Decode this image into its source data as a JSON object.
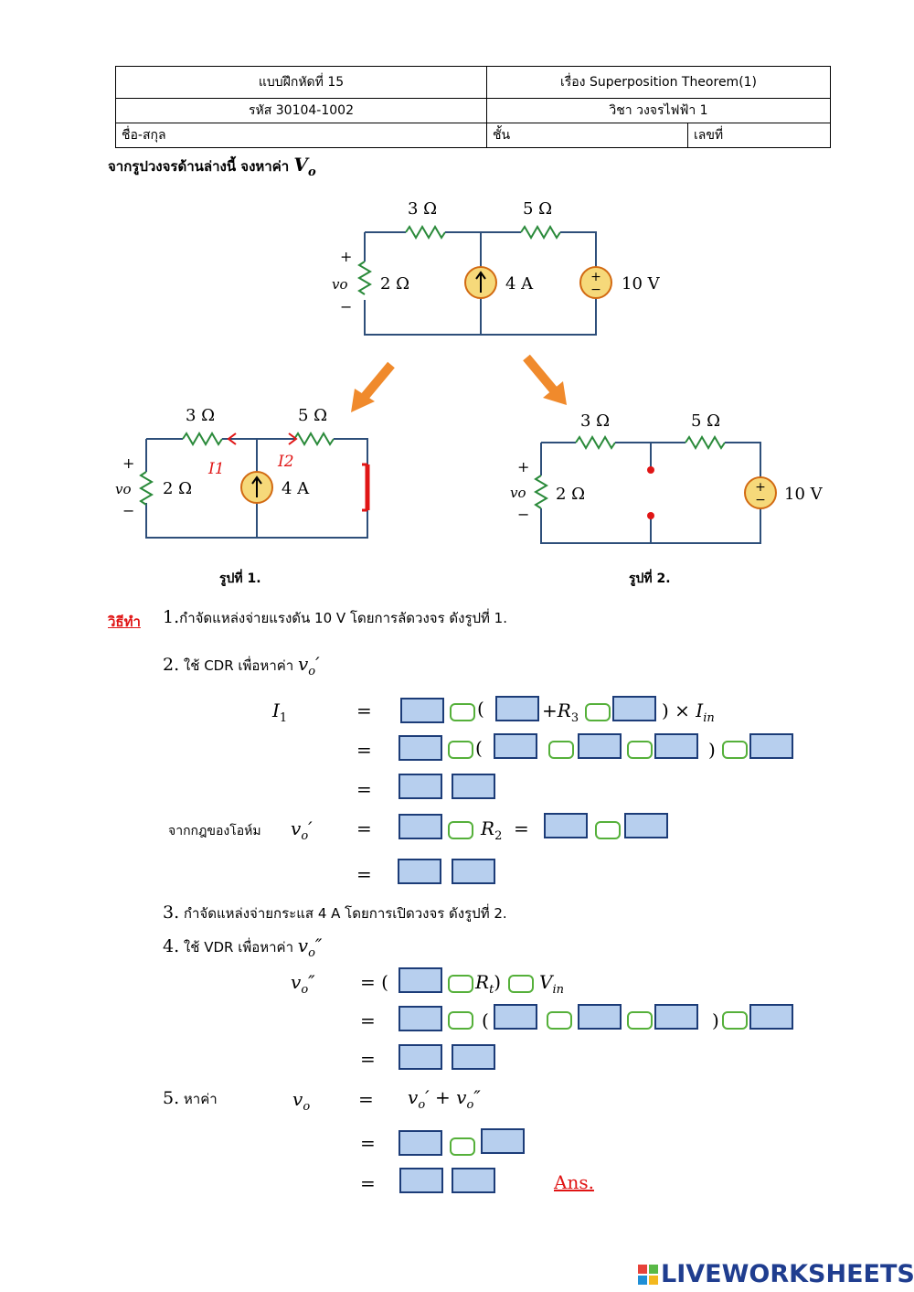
{
  "header": {
    "exercise": "แบบฝึกหัดที่ 15",
    "topic": "เรื่อง Superposition Theorem(1)",
    "code": "รหัส 30104-1002",
    "subject": "วิชา วงจรไฟฟ้า 1",
    "name_label": "ชื่อ-สกุล",
    "class_label": "ชั้น",
    "number_label": "เลขที่"
  },
  "question": "จากรูปวงจรด้านล่างนี้ จงหาค่า",
  "question_var": "V",
  "question_sub": "o",
  "circuit_main": {
    "r1": "3 Ω",
    "r2": "5 Ω",
    "r3": "2 Ω",
    "current": "4 A",
    "voltage": "10 V",
    "plus": "+",
    "minus": "−",
    "vo": "vo"
  },
  "circuit_1": {
    "r1": "3 Ω",
    "r2": "5 Ω",
    "r3": "2 Ω",
    "current": "4 A",
    "caption": "รูปที่ 1.",
    "i1": "I1",
    "i2": "I2"
  },
  "circuit_2": {
    "r1": "3 Ω",
    "r2": "5 Ω",
    "r3": "2 Ω",
    "voltage": "10 V",
    "caption": "รูปที่ 2."
  },
  "solution": {
    "label": "วิธีทำ",
    "step1_num": "1.",
    "step1": "กำจัดแหล่งจ่ายแรงดัน 10 V โดยการลัดวงจร ดังรูปที่ 1.",
    "step2_num": "2.",
    "step2": "ใช้ CDR เพื่อหาค่า",
    "ohm_label": "จากกฎของโอห์ม",
    "step3_num": "3.",
    "step3": "กำจัดแหล่งจ่ายกระแส 4 A โดยการเปิดวงจร ดังรูปที่ 2.",
    "step4_num": "4.",
    "step4": "ใช้ VDR เพื่อหาค่า",
    "step5_num": "5.",
    "step5": "หาค่า",
    "ans": "Ans."
  },
  "brand": {
    "logo_text": "LIVEWORKSHEETS",
    "accent": "#1f3d8f"
  },
  "colors": {
    "answer_box": "#b7cfee",
    "operator_box": "#55b03a",
    "arrow": "#f08a2c",
    "note": "#e01515"
  }
}
